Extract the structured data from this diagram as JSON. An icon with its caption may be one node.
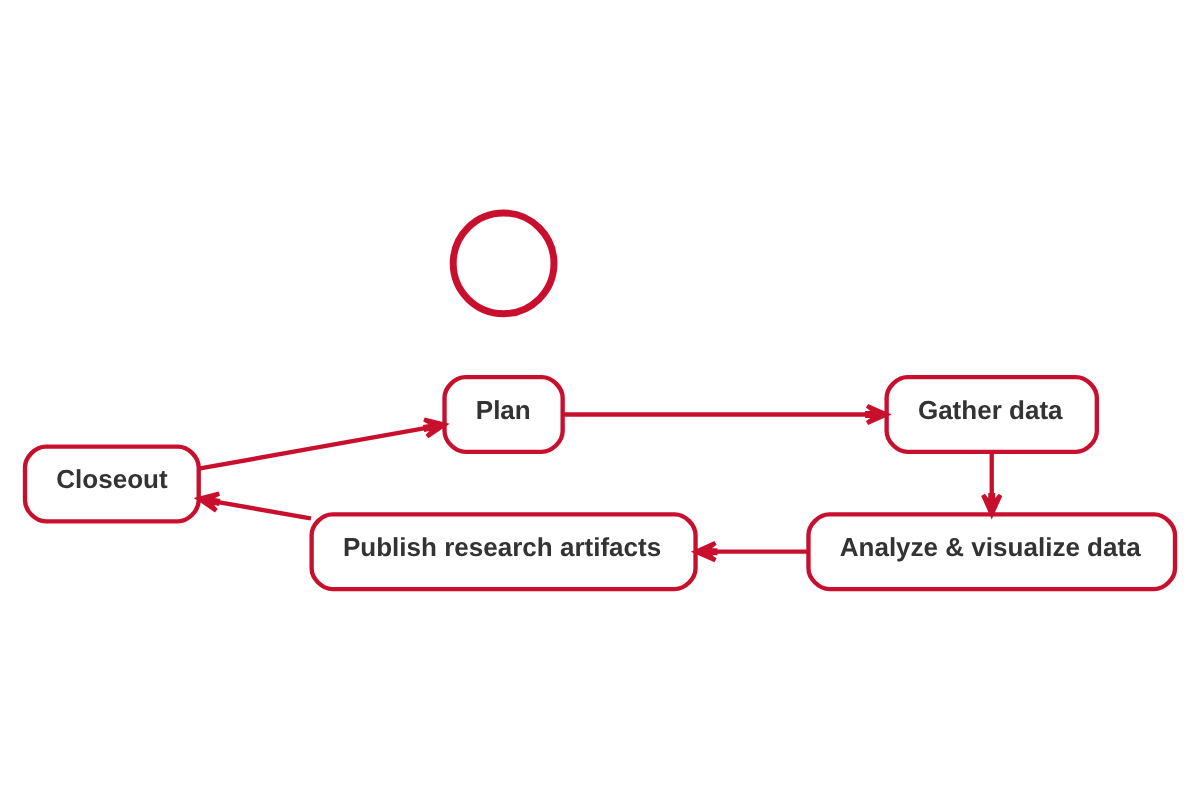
{
  "diagram": {
    "nodes": [
      {
        "text": [
          "Plan"
        ]
      },
      {
        "text": [
          "Gather data"
        ]
      },
      {
        "text": [
          "Analyze & visualize data"
        ]
      },
      {
        "text": [
          "Publish research artifacts"
        ]
      },
      {
        "text": [
          "Closeout"
        ]
      },
      {
        "text": [],
        "shape": "circle"
      }
    ],
    "edges": [
      {
        "from": 0,
        "to": 1,
        "arrow": "to"
      },
      {
        "from": 1,
        "to": 2,
        "arrow": "to"
      },
      {
        "from": 2,
        "to": 3,
        "arrow": "to"
      },
      {
        "from": 3,
        "to": 4,
        "arrow": "to"
      },
      {
        "from": 4,
        "to": 0,
        "arrow": "to"
      }
    ]
  }
}
